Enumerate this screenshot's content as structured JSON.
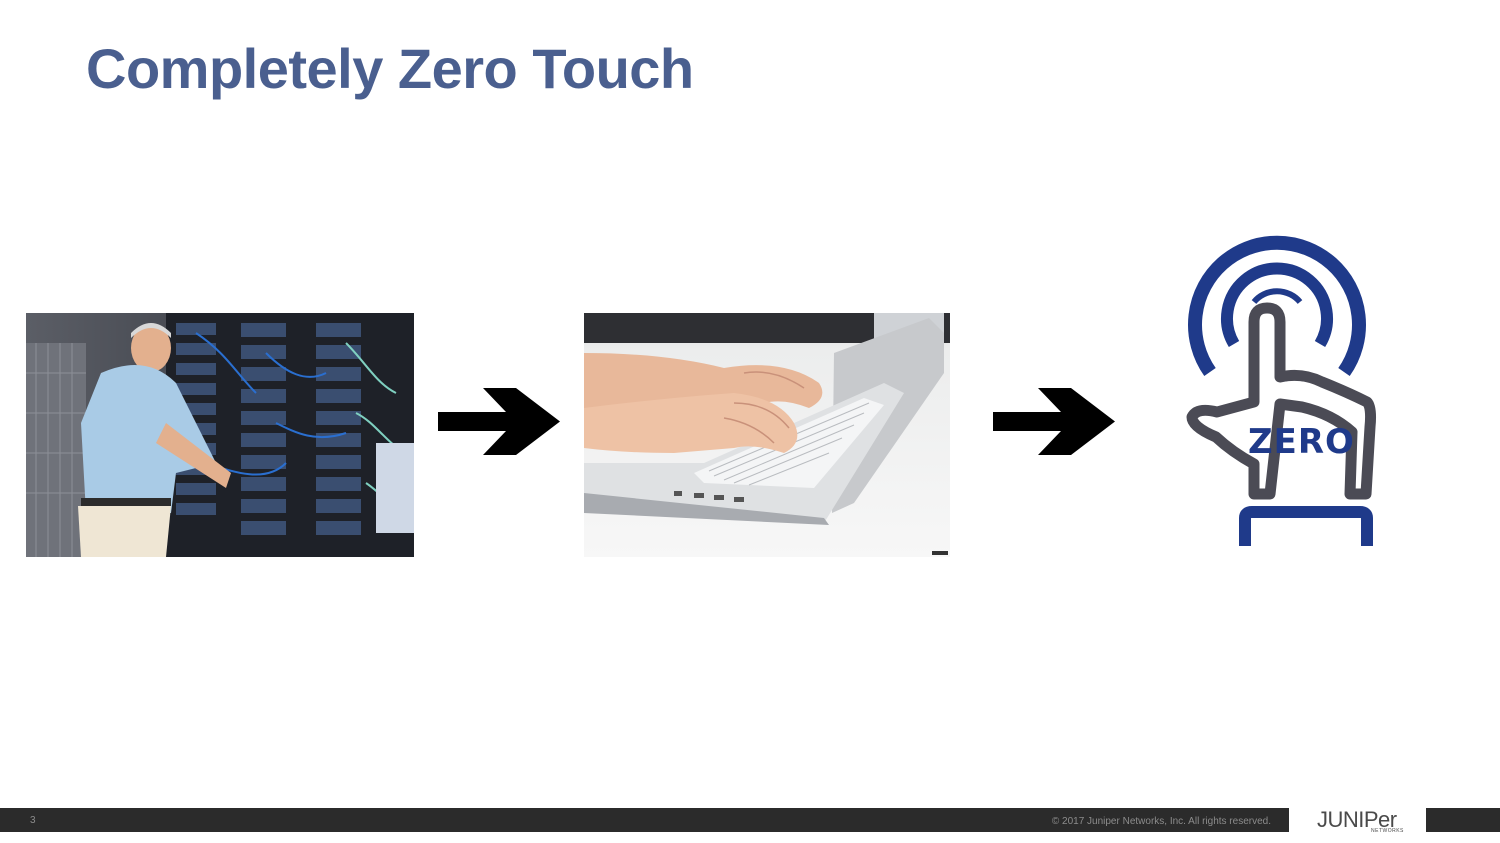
{
  "slide": {
    "title": "Completely Zero Touch",
    "page_number": "3"
  },
  "flow": {
    "step1_image": "technician-at-server-racks-photo",
    "step2_image": "hands-typing-on-laptop-photo",
    "step3_image": "zero-touch-icon",
    "step3_icon_text": "ZERO",
    "arrow_icon": "right-arrow-icon"
  },
  "footer": {
    "copyright": "© 2017 Juniper Networks, Inc. All rights reserved.",
    "logo_text": "JUNIPer",
    "logo_subtext": "NETWORKS"
  },
  "colors": {
    "title": "#4a5f8f",
    "icon_blue": "#1f3a8a",
    "icon_gray": "#4b4b55",
    "footer_bar": "#2b2b2b"
  }
}
